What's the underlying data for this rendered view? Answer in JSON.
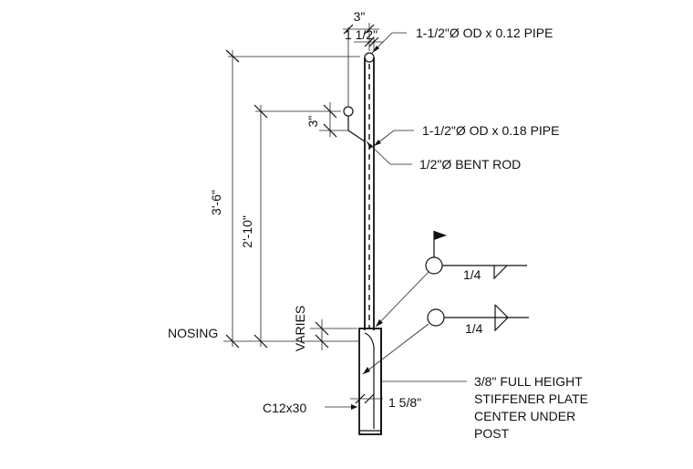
{
  "labels": {
    "pipe_top": "1-1/2\"Ø OD x 0.12 PIPE",
    "pipe_main": "1-1/2\"Ø OD x 0.18 PIPE",
    "bent_rod": "1/2\"Ø BENT ROD",
    "nosing": "NOSING",
    "channel": "C12x30",
    "stiffener_line1": "3/8\" FULL HEIGHT",
    "stiffener_line2": "STIFFENER PLATE",
    "stiffener_line3": "CENTER UNDER",
    "stiffener_line4": "POST"
  },
  "dimensions": {
    "top_width": "3\"",
    "top_half": "1 1/2\"",
    "rod_offset": "3\"",
    "overall_height": "3'-6\"",
    "rail_height": "2'-10\"",
    "varies": "VARIES",
    "plate_offset": "1 5/8\""
  },
  "welds": {
    "weld_upper": "1/4",
    "weld_lower": "1/4"
  }
}
